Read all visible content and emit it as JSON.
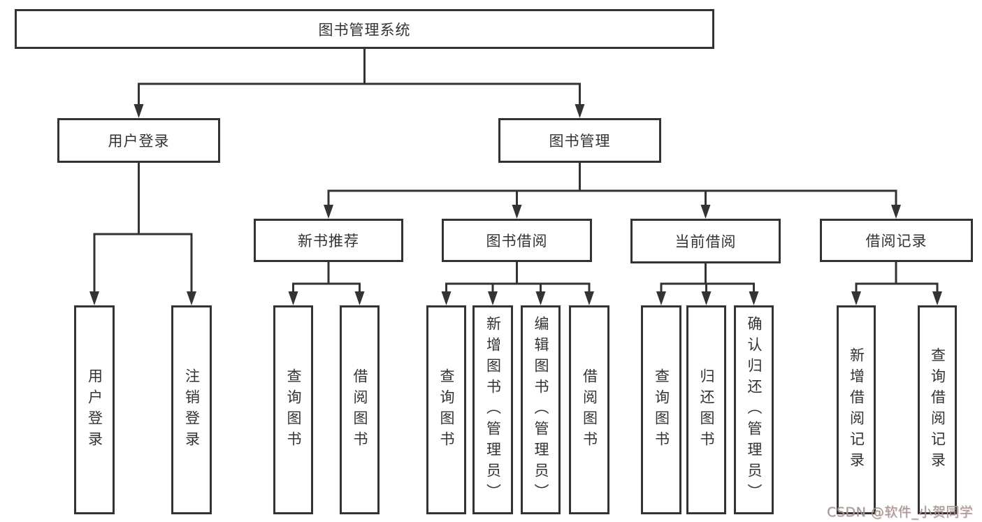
{
  "tree": {
    "root": {
      "label": "图书管理系统"
    },
    "level1": [
      {
        "label": "用户登录"
      },
      {
        "label": "图书管理"
      }
    ],
    "level2": [
      {
        "label": "新书推荐"
      },
      {
        "label": "图书借阅"
      },
      {
        "label": "当前借阅"
      },
      {
        "label": "借阅记录"
      }
    ],
    "leaves": [
      {
        "label": "用户登录"
      },
      {
        "label": "注销登录"
      },
      {
        "label": "查询图书"
      },
      {
        "label": "借阅图书"
      },
      {
        "label": "查询图书"
      },
      {
        "label": "新增图书（管理员）"
      },
      {
        "label": "编辑图书（管理员）"
      },
      {
        "label": "借阅图书"
      },
      {
        "label": "查询图书"
      },
      {
        "label": "归还图书"
      },
      {
        "label": "确认归还（管理员）"
      },
      {
        "label": "新增借阅记录"
      },
      {
        "label": "查询借阅记录"
      }
    ]
  },
  "watermark": "CSDN @软件_小贺同学",
  "colors": {
    "line": "#333333",
    "text": "#333333",
    "background": "#ffffff",
    "watermark": "#9b9b9b"
  }
}
